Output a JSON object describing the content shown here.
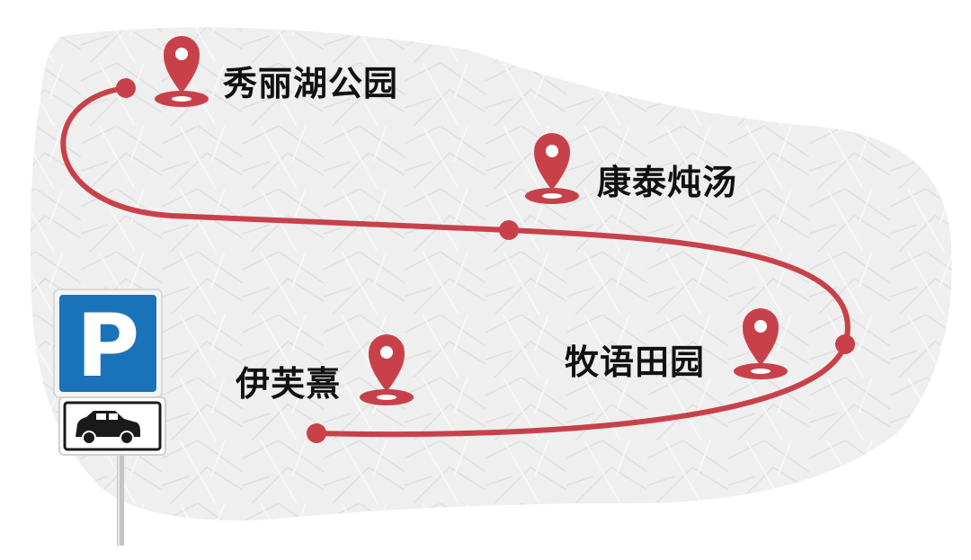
{
  "route": {
    "line_color": "#c8414a",
    "stops": [
      {
        "id": "xiulihu",
        "label": "秀丽湖公园",
        "marker": "map-pin-icon"
      },
      {
        "id": "kangtai",
        "label": "康泰炖汤",
        "marker": "map-pin-icon"
      },
      {
        "id": "muyu",
        "label": "牧语田园",
        "marker": "map-pin-icon"
      },
      {
        "id": "yifuxi",
        "label": "伊芙熹",
        "marker": "map-pin-icon"
      }
    ]
  },
  "parking_sign": {
    "letter": "P",
    "icon": "parking-sign-icon",
    "sub_icon": "car-icon",
    "colors": {
      "panel": "#1a73b8",
      "board": "#ffffff",
      "pole": "#bfbfbf"
    }
  },
  "background": {
    "paper_color": "#ededed"
  }
}
